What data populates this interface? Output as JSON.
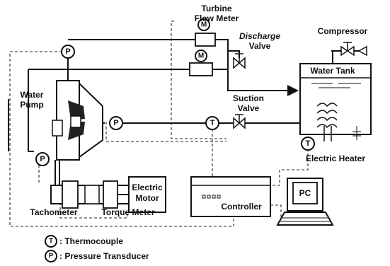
{
  "labels": {
    "turbine_flow_meter": [
      "Turbine",
      "Flow Meter"
    ],
    "discharge_valve": [
      "Discharge",
      "Valve"
    ],
    "compressor": "Compressor",
    "water_tank": "Water Tank",
    "suction_valve": [
      "Suction",
      "Valve"
    ],
    "water_pump": [
      "Water",
      "Pump"
    ],
    "electric_heater": "Electric Heater",
    "electric_motor": [
      "Electric",
      "Motor"
    ],
    "tachometer": "Tachometer",
    "torque_meter": "Torque Meter",
    "controller": "Controller",
    "pc": "PC"
  },
  "symbols": {
    "pressure": "P",
    "thermo": "T",
    "meter": "M"
  },
  "legend": [
    {
      "symbol": "T",
      "text": ": Thermocouple"
    },
    {
      "symbol": "P",
      "text": ": Pressure Transducer"
    }
  ]
}
